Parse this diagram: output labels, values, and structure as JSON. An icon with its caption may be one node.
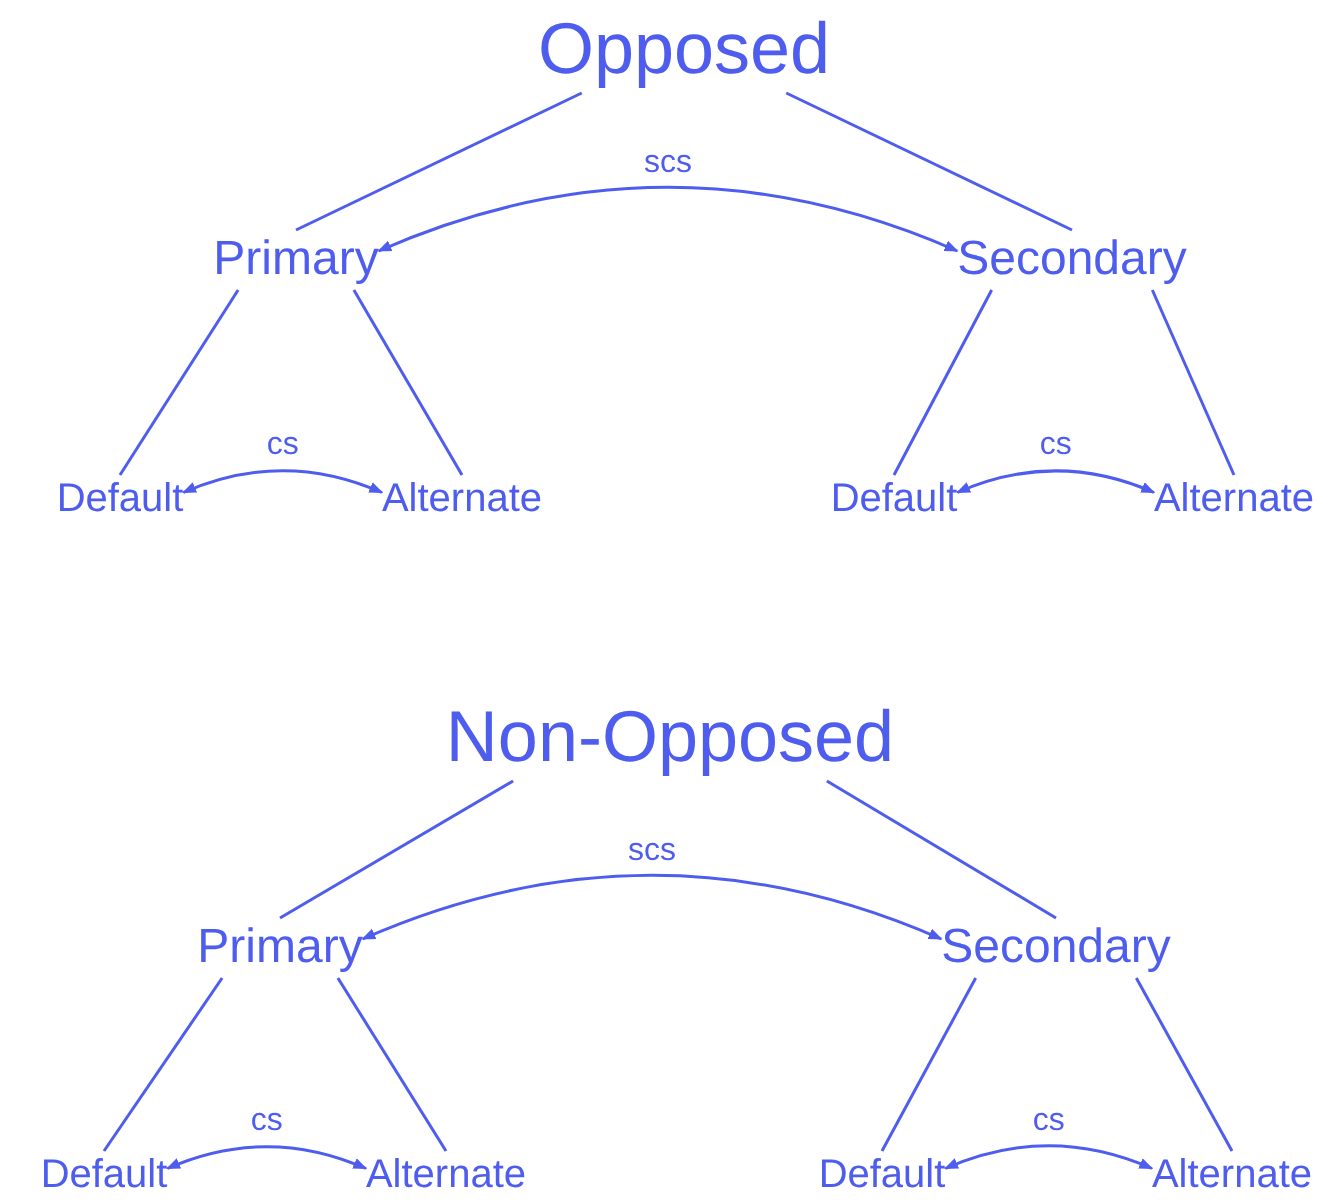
{
  "diagram": {
    "nodes": [
      {
        "text": [
          "Opposed"
        ]
      },
      {
        "text": [
          "Primary"
        ]
      },
      {
        "text": [
          "Secondary"
        ]
      },
      {
        "text": [
          "Default"
        ]
      },
      {
        "text": [
          "Alternate"
        ]
      },
      {
        "text": [
          "Default"
        ]
      },
      {
        "text": [
          "Alternate"
        ]
      },
      {
        "text": [
          "Non-Opposed"
        ]
      },
      {
        "text": [
          "Primary"
        ]
      },
      {
        "text": [
          "Secondary"
        ]
      },
      {
        "text": [
          "Default"
        ]
      },
      {
        "text": [
          "Alternate"
        ]
      },
      {
        "text": [
          "Default"
        ]
      },
      {
        "text": [
          "Alternate"
        ]
      }
    ],
    "edges": [
      {
        "from": 0,
        "to": 1,
        "arrow": "none"
      },
      {
        "from": 0,
        "to": 2,
        "arrow": "none"
      },
      {
        "from": 1,
        "to": 2,
        "arrow": "both",
        "label": "scs"
      },
      {
        "from": 1,
        "to": 3,
        "arrow": "none"
      },
      {
        "from": 1,
        "to": 4,
        "arrow": "none"
      },
      {
        "from": 3,
        "to": 4,
        "arrow": "both",
        "label": "cs"
      },
      {
        "from": 2,
        "to": 5,
        "arrow": "none"
      },
      {
        "from": 2,
        "to": 6,
        "arrow": "none"
      },
      {
        "from": 5,
        "to": 6,
        "arrow": "both",
        "label": "cs"
      },
      {
        "from": 7,
        "to": 8,
        "arrow": "none"
      },
      {
        "from": 7,
        "to": 9,
        "arrow": "none"
      },
      {
        "from": 8,
        "to": 9,
        "arrow": "both",
        "label": "scs"
      },
      {
        "from": 8,
        "to": 10,
        "arrow": "none"
      },
      {
        "from": 8,
        "to": 11,
        "arrow": "none"
      },
      {
        "from": 10,
        "to": 11,
        "arrow": "both",
        "label": "cs"
      },
      {
        "from": 9,
        "to": 12,
        "arrow": "none"
      },
      {
        "from": 9,
        "to": 13,
        "arrow": "none"
      },
      {
        "from": 12,
        "to": 13,
        "arrow": "both",
        "label": "cs"
      }
    ]
  }
}
